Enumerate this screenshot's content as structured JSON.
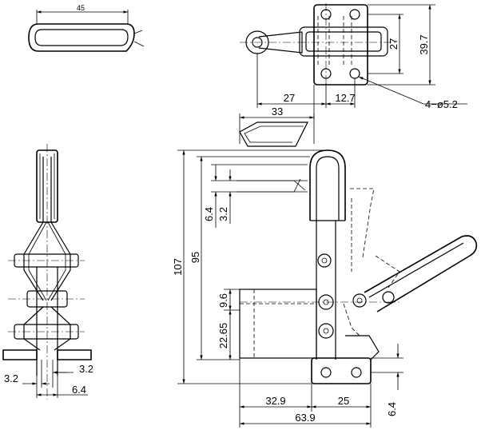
{
  "dimensions": {
    "handle_width": "45",
    "base_offset_27": "27",
    "slot_height_27": "27",
    "base_height_39_7": "39.7",
    "hole_spacing_12_7": "12.7",
    "hole_callout": "4−ø5.2",
    "length_33": "33",
    "overall_height_107": "107",
    "height_95": "95",
    "dim_6_4_upper": "6.4",
    "dim_3_2_upper": "3.2",
    "dim_9_6": "9.6",
    "dim_22_65": "22.65",
    "flange_3_2_left": "3.2",
    "flange_3_2_right": "3.2",
    "flange_6_4": "6.4",
    "dim_32_9": "32.9",
    "dim_25": "25",
    "overall_width_63_9": "63.9",
    "base_thickness_6_4": "6.4"
  }
}
